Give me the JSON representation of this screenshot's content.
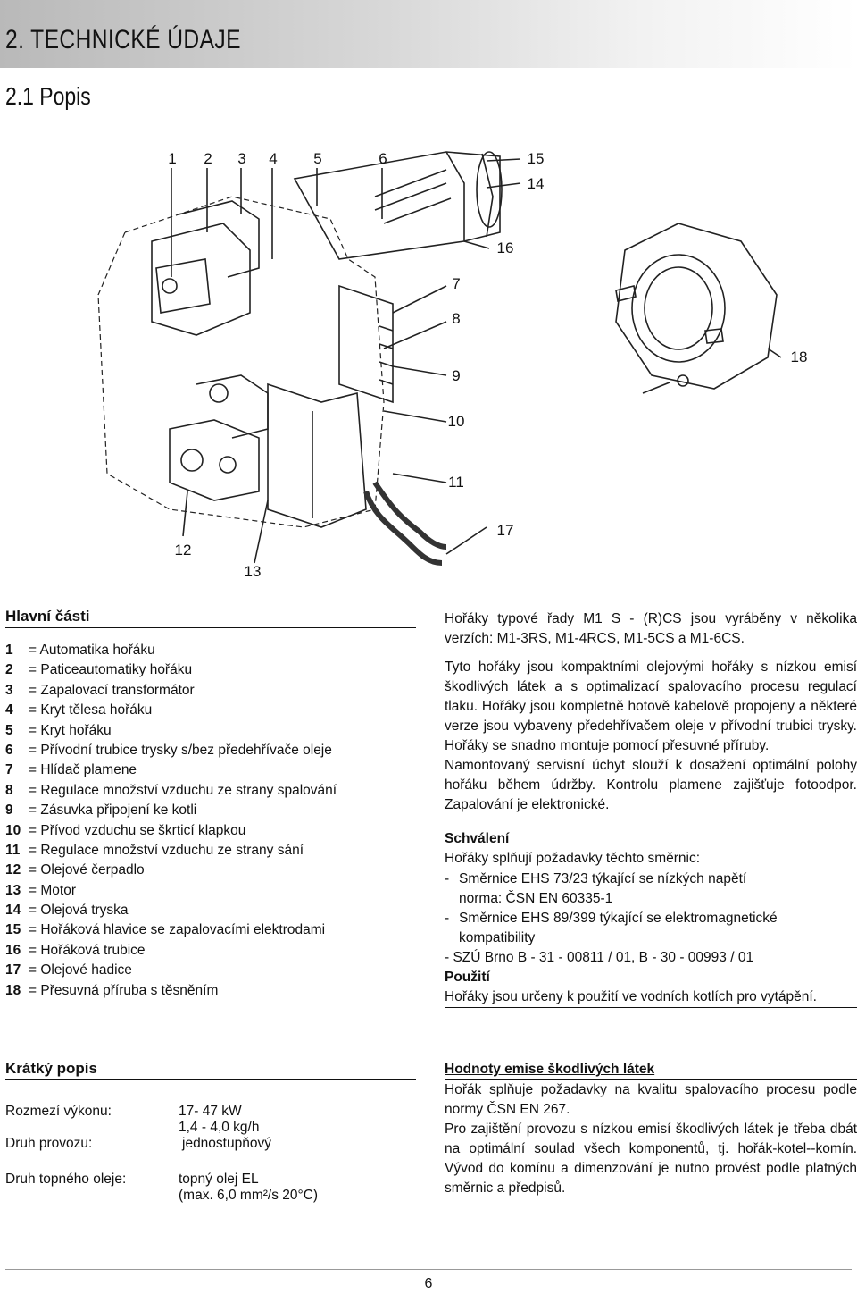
{
  "header": {
    "chapter_title": "2. TECHNICKÉ ÚDAJE",
    "section_title": "2.1 Popis"
  },
  "figure": {
    "callouts": [
      "1",
      "2",
      "3",
      "4",
      "5",
      "6",
      "15",
      "14",
      "16",
      "7",
      "8",
      "18",
      "9",
      "10",
      "11",
      "17",
      "12",
      "13"
    ]
  },
  "main_parts": {
    "heading": "Hlavní části",
    "items": [
      {
        "num": "1",
        "text": "= Automatika hořáku"
      },
      {
        "num": "2",
        "text": "= Paticeautomatiky hořáku"
      },
      {
        "num": "3",
        "text": "= Zapalovací transformátor"
      },
      {
        "num": "4",
        "text": "= Kryt tělesa hořáku"
      },
      {
        "num": "5",
        "text": "= Kryt hořáku"
      },
      {
        "num": "6",
        "text": "= Přívodní trubice trysky s/bez předehřívače oleje"
      },
      {
        "num": "7",
        "text": "= Hlídač plamene"
      },
      {
        "num": "8",
        "text": "= Regulace množství vzduchu ze strany spalování"
      },
      {
        "num": "9",
        "text": "= Zásuvka připojení ke kotli"
      },
      {
        "num": "10",
        "text": "= Přívod vzduchu se škrticí klapkou"
      },
      {
        "num": "11",
        "text": "= Regulace množství vzduchu ze strany sání"
      },
      {
        "num": "12",
        "text": "= Olejové čerpadlo"
      },
      {
        "num": "13",
        "text": "= Motor"
      },
      {
        "num": "14",
        "text": "= Olejová tryska"
      },
      {
        "num": "15",
        "text": "= Hořáková hlavice se zapalovacími elektrodami"
      },
      {
        "num": "16",
        "text": "= Hořáková trubice"
      },
      {
        "num": "17",
        "text": "= Olejové hadice"
      },
      {
        "num": "18",
        "text": "= Přesuvná příruba s těsněním"
      }
    ]
  },
  "short_description": {
    "heading": "Krátký popis",
    "power_range_label": "Rozmezí výkonu:",
    "power_range_value_1": "17- 47 kW",
    "power_range_value_2": "1,4 - 4,0 kg/h",
    "operation_label": "Druh provozu:",
    "operation_value": "jednostupňový",
    "fuel_label": "Druh topného oleje:",
    "fuel_value_1": "topný olej  EL",
    "fuel_value_2": "(max. 6,0 mm²/s 20°C)"
  },
  "intro": {
    "p1": "Hořáky typové řady M1 S - (R)CS jsou vyráběny v několika verzích: M1-3RS, M1-4RCS, M1-5CS a M1-6CS.",
    "p2": "Tyto hořáky jsou kompaktními olejovými hořáky s nízkou emisí škodlivých látek a s optimalizací spalovacího procesu regulací tlaku. Hořáky jsou kompletně hotově kabelově propojeny a některé verze jsou vybaveny předehřívačem oleje v přívodní trubici trysky. Hořáky se snadno montuje pomocí přesuvné příruby.",
    "p3": "Namontovaný servisní úchyt slouží k dosažení optimální polohy hořáku během údržby. Kontrolu plamene zajišťuje fotoodpor. Zapalování je elektronické."
  },
  "approval": {
    "heading": "Schválení",
    "intro": "Hořáky splňují požadavky těchto směrnic:",
    "bullet1_line1": "Směrnice EHS 73/23 týkající se nízkých napětí",
    "bullet1_line2": "norma: ČSN EN 60335-1",
    "bullet2": "Směrnice EHS 89/399 týkající se elektromagnetické kompatibility",
    "szu": "- SZÚ Brno B - 31 - 00811 / 01, B - 30 - 00993 / 01"
  },
  "usage": {
    "heading": "Použití",
    "text": "Hořáky jsou určeny k použití ve vodních kotlích pro vytápění."
  },
  "emissions": {
    "heading": "Hodnoty emise škodlivých látek",
    "p1": "Hořák splňuje požadavky na kvalitu spalovacího procesu podle normy ČSN EN 267.",
    "p2": "Pro zajištění provozu s nízkou emisí škodlivých látek je třeba dbát na optimální soulad všech komponentů, tj. hořák-kotel--komín. Vývod do komínu a dimenzování je nutno provést podle platných směrnic a předpisů."
  },
  "footer": {
    "page_number": "6"
  }
}
